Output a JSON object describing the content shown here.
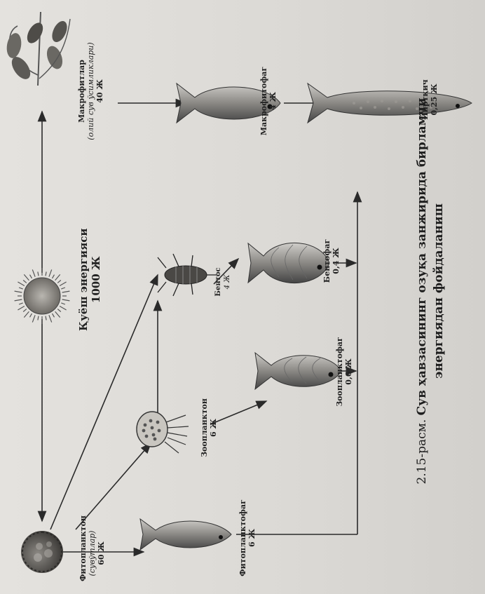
{
  "figure": {
    "sun": {
      "label": "Қуёш энергияси",
      "value": "1000 Ж"
    },
    "phytoplankton": {
      "label": "Фитопланктон",
      "sublabel": "(сувўтлар)",
      "value": "60 Ж"
    },
    "zooplankton": {
      "label": "Зоопланктон",
      "value": "6 Ж"
    },
    "benthos": {
      "label": "Бентос",
      "value": "4 Ж"
    },
    "macrophytes": {
      "label": "Макрофитлар",
      "sublabel": "(олий сув ўсимликлари)",
      "value": "40 Ж"
    },
    "phytoplanktophage": {
      "label": "Фитопланктофаг",
      "value": "6 Ж"
    },
    "zooplanktophage": {
      "label": "Зоопланктофаг",
      "value": "0,6 Ж"
    },
    "benthophage": {
      "label": "Бентофаг",
      "value": "0,4 Ж"
    },
    "macrophytophage": {
      "label": "Макрофитофаг",
      "value": "4 Ж"
    },
    "pike": {
      "label": "Йиртқич",
      "value": "0,25 Ж"
    }
  },
  "caption": {
    "number": "2.15-расм.",
    "title_line1": "Сув ҳавзасининг озуқа занжирида бирламчи",
    "title_line2": "энергиядан фойдаланиш"
  }
}
